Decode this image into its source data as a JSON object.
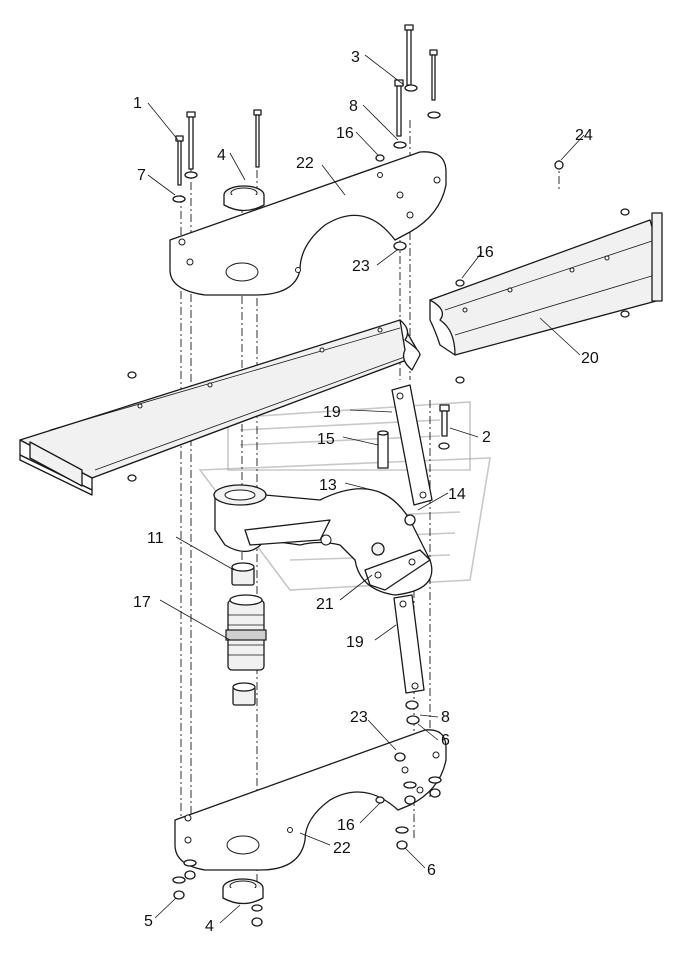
{
  "callouts": {
    "c1": "1",
    "c2": "2",
    "c3": "3",
    "c4_top": "4",
    "c4_bottom": "4",
    "c5": "5",
    "c6_upper": "6",
    "c6_lower": "6",
    "c7": "7",
    "c8_top": "8",
    "c8_bottom": "8",
    "c11": "11",
    "c13": "13",
    "c14": "14",
    "c15": "15",
    "c16_top": "16",
    "c16_right": "16",
    "c16_bottom": "16",
    "c17": "17",
    "c19_top": "19",
    "c19_bottom": "19",
    "c20": "20",
    "c21": "21",
    "c22_top": "22",
    "c22_bottom": "22",
    "c23_top": "23",
    "c23_bottom": "23",
    "c24": "24"
  }
}
